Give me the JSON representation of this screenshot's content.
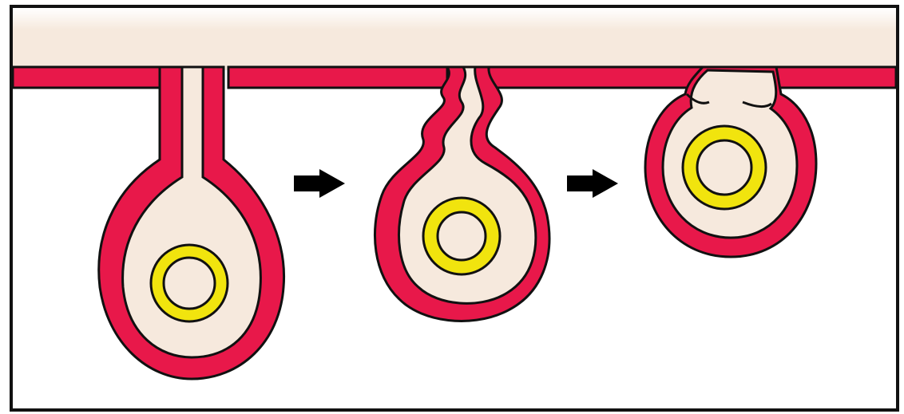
{
  "colors": {
    "background": "#ffffff",
    "lumen": "#f6e9dd",
    "membrane": "#e8184a",
    "outline": "#111111",
    "vesicle_ring": "#f1e40e",
    "arrow": "#000000"
  },
  "stages": [
    {
      "stage": 1,
      "description_icon": "invagination-with-open-neck"
    },
    {
      "stage": 2,
      "description_icon": "constricting-neck"
    },
    {
      "stage": 3,
      "description_icon": "pinching-off-vesicle"
    }
  ],
  "arrows": [
    {
      "icon": "right-arrow-icon"
    },
    {
      "icon": "right-arrow-icon"
    }
  ]
}
